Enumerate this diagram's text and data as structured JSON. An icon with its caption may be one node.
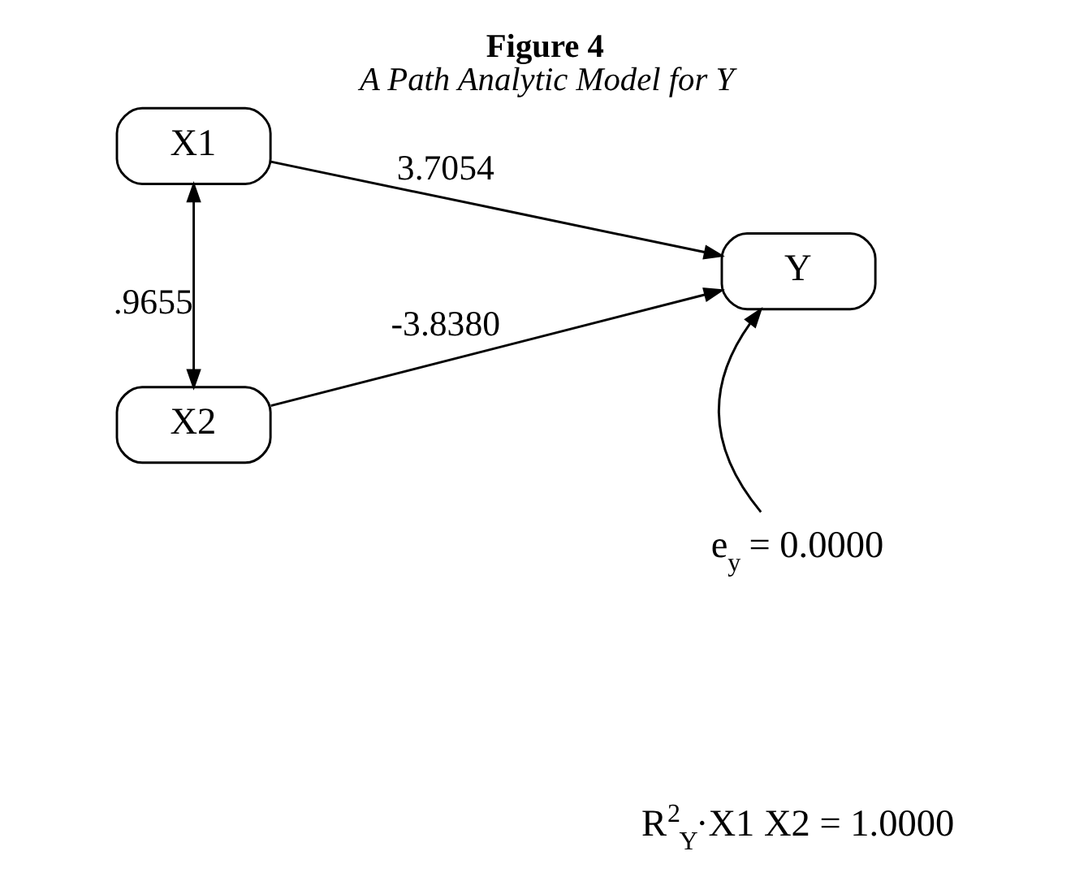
{
  "diagram": {
    "title": "Figure 4",
    "caption": "A Path Analytic Model for Y",
    "nodes": [
      {
        "text": [
          "X1"
        ]
      },
      {
        "text": [
          "X2"
        ]
      },
      {
        "text": [
          "Y"
        ]
      },
      {
        "text": [
          "e$_{y}$ = 0.0000"
        ]
      }
    ],
    "edges": [
      {
        "from": 0,
        "to": 1,
        "arrow": "both",
        "label": ".9655"
      },
      {
        "from": 0,
        "to": 2,
        "arrow": "to",
        "label": "3.7054"
      },
      {
        "from": 1,
        "to": 2,
        "arrow": "to",
        "label": "-3.8380"
      },
      {
        "from": 3,
        "to": 2,
        "arrow": "to"
      }
    ],
    "labels": [
      "R$^{2}$$_{Y}$·X1 X2 = 1.0000"
    ]
  }
}
